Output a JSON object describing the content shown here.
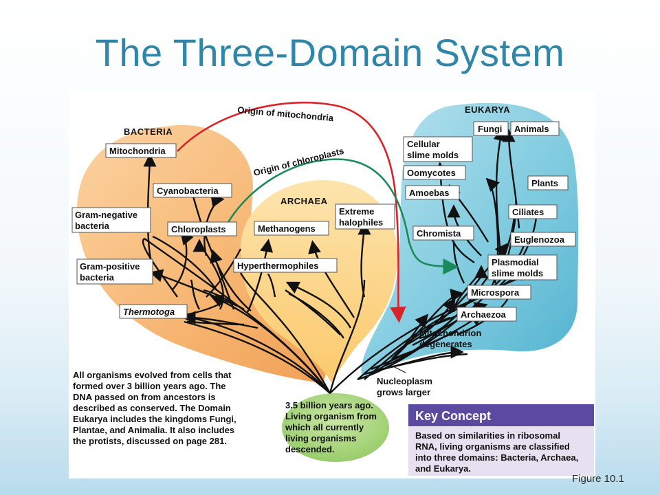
{
  "slide": {
    "title": "The Three-Domain System",
    "figure_label": "Figure 10.1"
  },
  "colors": {
    "title": "#2f86a8",
    "bacteria": "#f6b571",
    "archaea": "#fcd58a",
    "eukarya": "#7cc9de",
    "origin": "#a8d47a",
    "mitochondria_arrow": "#d8232a",
    "chloroplast_arrow": "#1a8a5a",
    "key_header": "#5a4aa0",
    "key_body": "#e6e0f0"
  },
  "domains": {
    "bacteria": "BACTERIA",
    "archaea": "ARCHAEA",
    "eukarya": "EUKARYA"
  },
  "arrows": {
    "mitochondria": "Origin of mitochondria",
    "chloroplasts": "Origin of chloroplasts"
  },
  "bacteria_labels": {
    "mitochondria": "Mitochondria",
    "cyanobacteria": "Cyanobacteria",
    "gram_negative_1": "Gram-negative",
    "gram_negative_2": "bacteria",
    "chloroplasts": "Chloroplasts",
    "gram_positive_1": "Gram-positive",
    "gram_positive_2": "bacteria",
    "thermotoga": "Thermotoga"
  },
  "archaea_labels": {
    "methanogens": "Methanogens",
    "extreme_1": "Extreme",
    "extreme_2": "halophiles",
    "hyperthermophiles": "Hyperthermophiles"
  },
  "eukarya_labels": {
    "fungi": "Fungi",
    "animals": "Animals",
    "slime_1": "Cellular",
    "slime_2": "slime molds",
    "oomycotes": "Oomycotes",
    "amoebas": "Amoebas",
    "plants": "Plants",
    "ciliates": "Ciliates",
    "chromista": "Chromista",
    "euglenozoa": "Euglenozoa",
    "plasmodial_1": "Plasmodial",
    "plasmodial_2": "slime molds",
    "microspora": "Microspora",
    "archaezoa": "Archaezoa"
  },
  "notes": {
    "mito_degenerates_1": "Mitochondrion",
    "mito_degenerates_2": "degenerates",
    "nucleoplasm_1": "Nucleoplasm",
    "nucleoplasm_2": "grows larger",
    "description": [
      "All organisms evolved from cells that",
      "formed over 3 billion years ago. The",
      "DNA passed on from ancestors is",
      "described as conserved. The Domain",
      "Eukarya includes the kingdoms Fungi,",
      "Plantae, and Animalia. It also includes",
      "the protists, discussed on page 281."
    ],
    "origin": [
      "3.5 billion years ago.",
      "Living organism from",
      "which all currently",
      "living organisms",
      "descended."
    ]
  },
  "key_concept": {
    "header": "Key Concept",
    "body": [
      "Based on similarities in ribosomal",
      "RNA, living organisms are classified",
      "into three domains: Bacteria, Archaea,",
      "and Eukarya."
    ]
  }
}
